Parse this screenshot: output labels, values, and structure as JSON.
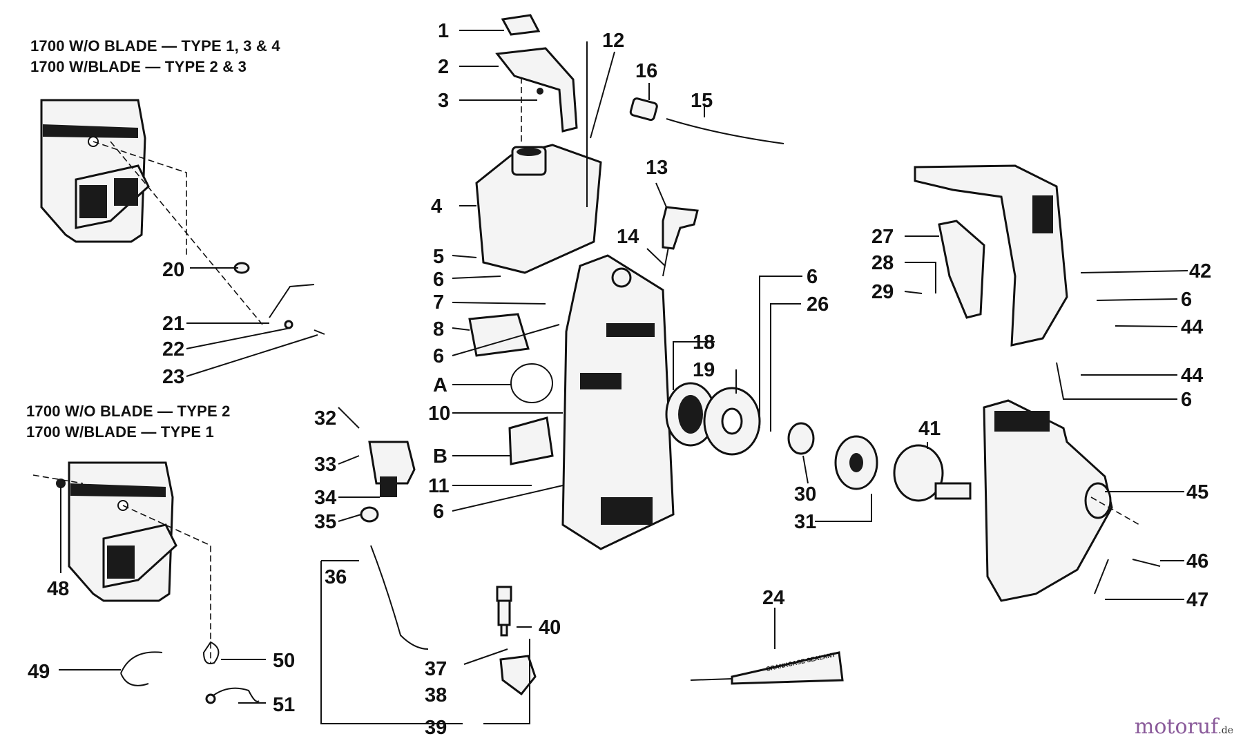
{
  "headers": {
    "top_line1": "1700 W/O BLADE — TYPE 1, 3 & 4",
    "top_line2": "1700 W/BLADE — TYPE 2 & 3",
    "bottom_line1": "1700 W/O BLADE — TYPE 2",
    "bottom_line2": "1700 W/BLADE — TYPE 1"
  },
  "tube_label": "CRANKCASE\nSEALANT",
  "watermark": {
    "main": "motoruf",
    "suffix": ".de"
  },
  "callouts": [
    "1",
    "2",
    "3",
    "4",
    "5",
    "6",
    "7",
    "8",
    "6",
    "A",
    "10",
    "B",
    "11",
    "6",
    "12",
    "13",
    "14",
    "15",
    "16",
    "18",
    "19",
    "6",
    "26",
    "30",
    "31",
    "41",
    "27",
    "28",
    "29",
    "42",
    "6",
    "44",
    "44",
    "6",
    "45",
    "46",
    "47",
    "24",
    "20",
    "21",
    "22",
    "23",
    "32",
    "33",
    "34",
    "35",
    "36",
    "37",
    "38",
    "39",
    "40",
    "48",
    "49",
    "50",
    "51"
  ]
}
